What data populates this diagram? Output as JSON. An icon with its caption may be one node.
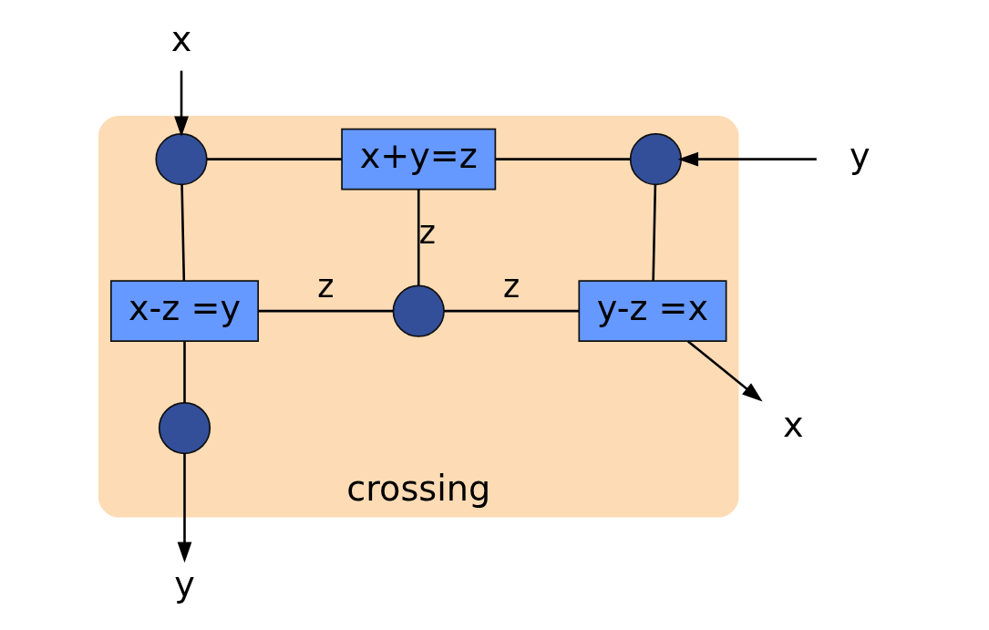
{
  "diagram": {
    "nodes": [
      {
        "text": [
          "crossing"
        ]
      },
      {
        "text": [
          "x"
        ]
      },
      {
        "text": [],
        "shape": "circle",
        "in": 0
      },
      {
        "text": [
          "x+y=z"
        ],
        "in": 0
      },
      {
        "text": [],
        "shape": "circle",
        "in": 0
      },
      {
        "text": [
          "y"
        ]
      },
      {
        "text": [
          "x-z =y"
        ],
        "in": 0
      },
      {
        "text": [],
        "shape": "circle",
        "in": 0
      },
      {
        "text": [
          "y-z =x"
        ],
        "in": 0
      },
      {
        "text": [],
        "shape": "circle",
        "in": 0
      },
      {
        "text": [
          "y"
        ]
      },
      {
        "text": [
          "x"
        ]
      }
    ],
    "edges": [
      {
        "from": 1,
        "to": 2,
        "arrow": "to"
      },
      {
        "from": 2,
        "to": 3,
        "arrow": "none"
      },
      {
        "from": 3,
        "to": 4,
        "arrow": "none"
      },
      {
        "from": 5,
        "to": 4,
        "arrow": "to"
      },
      {
        "from": 2,
        "to": 6,
        "arrow": "none"
      },
      {
        "from": 4,
        "to": 8,
        "arrow": "none"
      },
      {
        "from": 3,
        "to": 7,
        "arrow": "none",
        "label": "z"
      },
      {
        "from": 6,
        "to": 7,
        "arrow": "none",
        "label": "z"
      },
      {
        "from": 7,
        "to": 8,
        "arrow": "none",
        "label": "z"
      },
      {
        "from": 6,
        "to": 9,
        "arrow": "none"
      },
      {
        "from": 9,
        "to": 10,
        "arrow": "to"
      },
      {
        "from": 8,
        "to": 11,
        "arrow": "to"
      }
    ]
  }
}
